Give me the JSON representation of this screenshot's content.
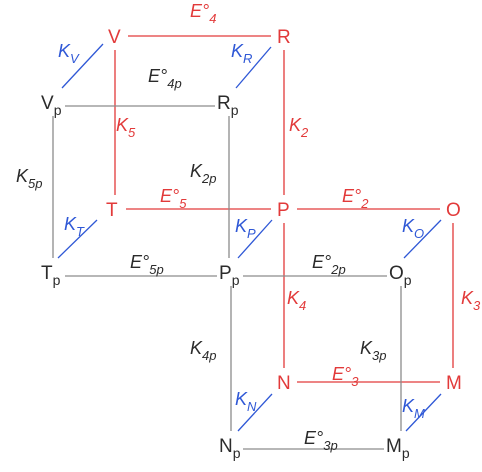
{
  "colors": {
    "red": "#e23a3a",
    "blue": "#2f58d6",
    "black": "#2b2b2b",
    "gray": "#8c8c8c"
  },
  "nodes": {
    "V": {
      "base": "V",
      "sub": "",
      "color": "red"
    },
    "R": {
      "base": "R",
      "sub": "",
      "color": "red"
    },
    "T": {
      "base": "T",
      "sub": "",
      "color": "red"
    },
    "P": {
      "base": "P",
      "sub": "",
      "color": "red"
    },
    "O": {
      "base": "O",
      "sub": "",
      "color": "red"
    },
    "N": {
      "base": "N",
      "sub": "",
      "color": "red"
    },
    "M": {
      "base": "M",
      "sub": "",
      "color": "red"
    },
    "Vp": {
      "base": "V",
      "sub": "p",
      "color": "black"
    },
    "Rp": {
      "base": "R",
      "sub": "p",
      "color": "black"
    },
    "Tp": {
      "base": "T",
      "sub": "p",
      "color": "black"
    },
    "Pp": {
      "base": "P",
      "sub": "p",
      "color": "black"
    },
    "Op": {
      "base": "O",
      "sub": "p",
      "color": "black"
    },
    "Np": {
      "base": "N",
      "sub": "p",
      "color": "black"
    },
    "Mp": {
      "base": "M",
      "sub": "p",
      "color": "black"
    }
  },
  "labels": {
    "E4": {
      "base": "E°",
      "sub": "4",
      "color": "red"
    },
    "KR": {
      "base": "K",
      "sub": "R",
      "color": "blue"
    },
    "KV": {
      "base": "K",
      "sub": "V",
      "color": "blue"
    },
    "E4p": {
      "base": "E°",
      "sub": "4p",
      "color": "black"
    },
    "K5": {
      "base": "K",
      "sub": "5",
      "color": "red"
    },
    "K2": {
      "base": "K",
      "sub": "2",
      "color": "red"
    },
    "K5p": {
      "base": "K",
      "sub": "5p",
      "color": "black"
    },
    "K2p": {
      "base": "K",
      "sub": "2p",
      "color": "black"
    },
    "E5": {
      "base": "E°",
      "sub": "5",
      "color": "red"
    },
    "E2": {
      "base": "E°",
      "sub": "2",
      "color": "red"
    },
    "KT": {
      "base": "K",
      "sub": "T",
      "color": "blue"
    },
    "KP": {
      "base": "K",
      "sub": "P",
      "color": "blue"
    },
    "KO": {
      "base": "K",
      "sub": "O",
      "color": "blue"
    },
    "E5p": {
      "base": "E°",
      "sub": "5p",
      "color": "black"
    },
    "E2p": {
      "base": "E°",
      "sub": "2p",
      "color": "black"
    },
    "K4": {
      "base": "K",
      "sub": "4",
      "color": "red"
    },
    "K3": {
      "base": "K",
      "sub": "3",
      "color": "red"
    },
    "K4p": {
      "base": "K",
      "sub": "4p",
      "color": "black"
    },
    "K3p": {
      "base": "K",
      "sub": "3p",
      "color": "black"
    },
    "E3": {
      "base": "E°",
      "sub": "3",
      "color": "red"
    },
    "KN": {
      "base": "K",
      "sub": "N",
      "color": "blue"
    },
    "KM": {
      "base": "K",
      "sub": "M",
      "color": "blue"
    },
    "E3p": {
      "base": "E°",
      "sub": "3p",
      "color": "black"
    }
  },
  "edges": [
    {
      "id": "V-R",
      "from": "V",
      "to": "R",
      "color": "red"
    },
    {
      "id": "V-T",
      "from": "V",
      "to": "T",
      "color": "red"
    },
    {
      "id": "R-P",
      "from": "R",
      "to": "P",
      "color": "red"
    },
    {
      "id": "T-P",
      "from": "T",
      "to": "P",
      "color": "red"
    },
    {
      "id": "P-O",
      "from": "P",
      "to": "O",
      "color": "red"
    },
    {
      "id": "P-N",
      "from": "P",
      "to": "N",
      "color": "red"
    },
    {
      "id": "O-M",
      "from": "O",
      "to": "M",
      "color": "red"
    },
    {
      "id": "N-M",
      "from": "N",
      "to": "M",
      "color": "red"
    },
    {
      "id": "Vp-Rp",
      "from": "Vp",
      "to": "Rp",
      "color": "gray"
    },
    {
      "id": "Vp-Tp",
      "from": "Vp",
      "to": "Tp",
      "color": "gray"
    },
    {
      "id": "Rp-Pp",
      "from": "Rp",
      "to": "Pp",
      "color": "gray"
    },
    {
      "id": "Tp-Pp",
      "from": "Tp",
      "to": "Pp",
      "color": "gray"
    },
    {
      "id": "Pp-Op",
      "from": "Pp",
      "to": "Op",
      "color": "gray"
    },
    {
      "id": "Pp-Np",
      "from": "Pp",
      "to": "Np",
      "color": "gray"
    },
    {
      "id": "Op-Mp",
      "from": "Op",
      "to": "Mp",
      "color": "gray"
    },
    {
      "id": "Np-Mp",
      "from": "Np",
      "to": "Mp",
      "color": "gray"
    },
    {
      "id": "V-Vp",
      "from": "V",
      "to": "Vp",
      "color": "blue"
    },
    {
      "id": "R-Rp",
      "from": "R",
      "to": "Rp",
      "color": "blue"
    },
    {
      "id": "T-Tp",
      "from": "T",
      "to": "Tp",
      "color": "blue"
    },
    {
      "id": "P-Pp",
      "from": "P",
      "to": "Pp",
      "color": "blue"
    },
    {
      "id": "O-Op",
      "from": "O",
      "to": "Op",
      "color": "blue"
    },
    {
      "id": "N-Np",
      "from": "N",
      "to": "Np",
      "color": "blue"
    },
    {
      "id": "M-Mp",
      "from": "M",
      "to": "Mp",
      "color": "blue"
    }
  ]
}
